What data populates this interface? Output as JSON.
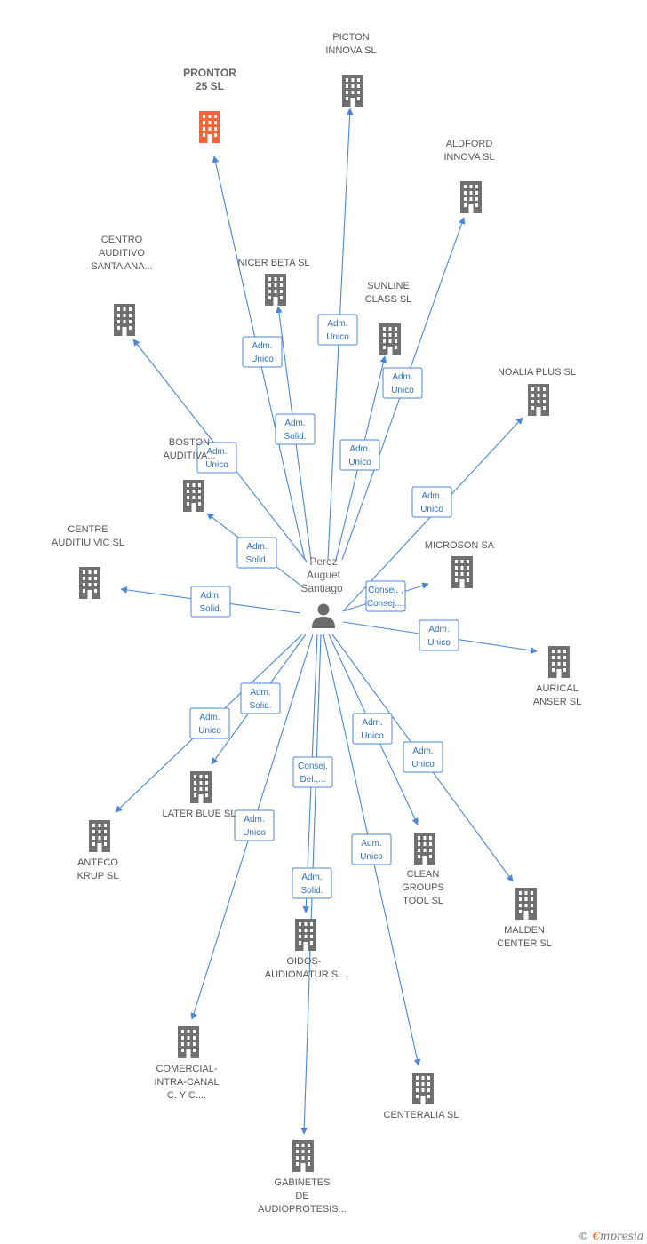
{
  "center": {
    "name_lines": [
      "Perez",
      "Auguet",
      "Santiago"
    ],
    "icon": "person-icon"
  },
  "colors": {
    "company": "#707070",
    "highlight": "#f26639",
    "edge": "#4a86d8"
  },
  "nodes": [
    {
      "id": "prontor",
      "label": [
        "PRONTOR",
        "25 SL"
      ],
      "highlight": true,
      "edge": [
        "Adm.",
        "Unico"
      ]
    },
    {
      "id": "picton",
      "label": [
        "PICTON",
        "INNOVA SL"
      ],
      "edge": [
        "Adm.",
        "Unico"
      ]
    },
    {
      "id": "aldford",
      "label": [
        "ALDFORD",
        "INNOVA SL"
      ],
      "edge": [
        "Adm.",
        "Unico"
      ]
    },
    {
      "id": "nicer",
      "label": [
        "NICER BETA SL"
      ],
      "edge": [
        "Adm.",
        "Solid."
      ]
    },
    {
      "id": "centroauditivo",
      "label": [
        "CENTRO",
        "AUDITIVO",
        "SANTA ANA..."
      ],
      "edge": [
        "Adm.",
        "Unico"
      ]
    },
    {
      "id": "sunline",
      "label": [
        "SUNLINE",
        "CLASS  SL"
      ],
      "edge": [
        "Adm.",
        "Unico"
      ]
    },
    {
      "id": "noalia",
      "label": [
        "NOALIA PLUS SL"
      ],
      "edge": [
        "Adm.",
        "Unico"
      ]
    },
    {
      "id": "boston",
      "label": [
        "BOSTON",
        "AUDITIVA..."
      ],
      "edge": [
        "Adm.",
        "Solid."
      ]
    },
    {
      "id": "microson",
      "label": [
        "MICROSON SA"
      ],
      "edge": [
        "Consej. ,",
        "Consej...."
      ]
    },
    {
      "id": "centreauditiu",
      "label": [
        "CENTRE",
        "AUDITIU VIC SL"
      ],
      "edge": [
        "Adm.",
        "Solid."
      ]
    },
    {
      "id": "aurical",
      "label": [
        "AURICAL",
        "ANSER SL"
      ],
      "edge": [
        "Adm.",
        "Unico"
      ]
    },
    {
      "id": "anteco",
      "label": [
        "ANTECO",
        "KRUP SL"
      ],
      "edge": [
        "Adm.",
        "Unico"
      ]
    },
    {
      "id": "laterblue",
      "label": [
        "LATER BLUE SL"
      ],
      "edge": [
        "Adm.",
        "Solid."
      ]
    },
    {
      "id": "clean",
      "label": [
        "CLEAN",
        "GROUPS",
        "TOOL SL"
      ],
      "edge": [
        "Adm.",
        "Unico"
      ]
    },
    {
      "id": "malden",
      "label": [
        "MALDEN",
        "CENTER SL"
      ],
      "edge": [
        "Adm.",
        "Unico"
      ]
    },
    {
      "id": "oidos",
      "label": [
        "OIDOS-",
        "AUDIONATUR SL"
      ],
      "edge": [
        "Consej.",
        "Del.,..."
      ]
    },
    {
      "id": "comercial",
      "label": [
        "COMERCIAL-",
        "INTRA-CANAL",
        "C.  Y C...."
      ],
      "edge": [
        "Adm.",
        "Unico"
      ]
    },
    {
      "id": "centeralia",
      "label": [
        "CENTERALIA SL"
      ],
      "edge": [
        "Adm.",
        "Unico"
      ]
    },
    {
      "id": "gabinetes",
      "label": [
        "GABINETES",
        "DE",
        "AUDIOPROTESIS..."
      ],
      "edge": [
        "Adm.",
        "Solid."
      ]
    }
  ],
  "brand": {
    "copyright": "©",
    "e": "€",
    "name": "mpresia"
  }
}
